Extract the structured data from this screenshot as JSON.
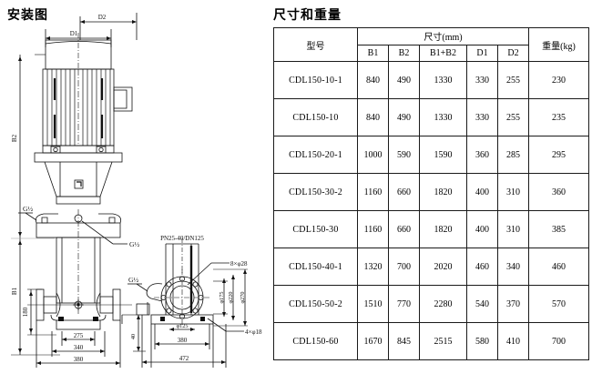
{
  "drawing": {
    "title": "安装图",
    "labels": {
      "d1": "D1",
      "d2": "D2",
      "b1": "B1",
      "b2": "B2",
      "g_half_a": "G½",
      "g_half_b": "G½",
      "g_half_c": "G½",
      "flange_spec": "PN25-40/DN125",
      "bolt_8": "8×φ28",
      "bolt_4": "4×φ18",
      "dia_175": "φ175",
      "dia_220": "φ220",
      "dia_270": "φ270",
      "dia_125": "φ125",
      "dim_180": "180",
      "dim_40": "40",
      "dim_275": "275",
      "dim_340": "340",
      "dim_380": "380",
      "dim_380b": "380",
      "dim_472": "472"
    }
  },
  "table": {
    "title": "尺寸和重量",
    "headers": {
      "model": "型号",
      "dimensions": "尺寸",
      "dimensions_unit": "(mm)",
      "weight": "重量",
      "weight_unit": "(kg)",
      "sub": [
        "B1",
        "B2",
        "B1+B2",
        "D1",
        "D2"
      ]
    },
    "rows": [
      {
        "model": "CDL150-10-1",
        "b1": "840",
        "b2": "490",
        "b1b2": "1330",
        "d1": "330",
        "d2": "255",
        "weight": "230"
      },
      {
        "model": "CDL150-10",
        "b1": "840",
        "b2": "490",
        "b1b2": "1330",
        "d1": "330",
        "d2": "255",
        "weight": "235"
      },
      {
        "model": "CDL150-20-1",
        "b1": "1000",
        "b2": "590",
        "b1b2": "1590",
        "d1": "360",
        "d2": "285",
        "weight": "295"
      },
      {
        "model": "CDL150-30-2",
        "b1": "1160",
        "b2": "660",
        "b1b2": "1820",
        "d1": "400",
        "d2": "310",
        "weight": "360"
      },
      {
        "model": "CDL150-30",
        "b1": "1160",
        "b2": "660",
        "b1b2": "1820",
        "d1": "400",
        "d2": "310",
        "weight": "385"
      },
      {
        "model": "CDL150-40-1",
        "b1": "1320",
        "b2": "700",
        "b1b2": "2020",
        "d1": "460",
        "d2": "340",
        "weight": "460"
      },
      {
        "model": "CDL150-50-2",
        "b1": "1510",
        "b2": "770",
        "b1b2": "2280",
        "d1": "540",
        "d2": "370",
        "weight": "570"
      },
      {
        "model": "CDL150-60",
        "b1": "1670",
        "b2": "845",
        "b1b2": "2515",
        "d1": "580",
        "d2": "410",
        "weight": "700"
      }
    ]
  }
}
